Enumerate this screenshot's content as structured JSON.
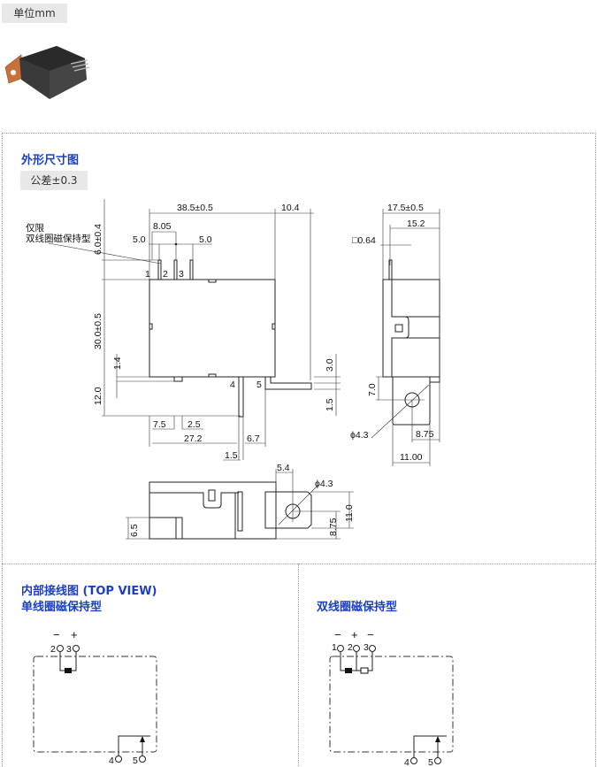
{
  "unit_tag": "单位mm",
  "outline": {
    "title": "外形尺寸图",
    "tolerance": "公差±0.3",
    "note_line1": "仅限",
    "note_line2": "双线圈磁保持型",
    "front": {
      "width": "38.5±0.5",
      "right_ext": "10.4",
      "pin_pitch": "8.05",
      "left_gap": "5.0",
      "right_gap": "5.0",
      "pin_height": "6.0±0.4",
      "height": "30.0±0.5",
      "small_step": "1.4",
      "pin_length": "12.0",
      "d75": "7.5",
      "d25": "2.5",
      "d272": "27.2",
      "d67": "6.7",
      "d15": "1.5",
      "d30": "3.0",
      "d15b": "1.5",
      "pin_labels": [
        "1",
        "2",
        "3",
        "4",
        "5"
      ]
    },
    "side": {
      "width": "17.5±0.5",
      "inner": "15.2",
      "pin_sq": "□0.64",
      "d70": "7.0",
      "hole": "ϕ4.3",
      "d875": "8.75",
      "d1100": "11.00"
    },
    "bottom": {
      "d54": "5.4",
      "hole": "ϕ4.3",
      "d110": "11.0",
      "d875": "8.75",
      "d65": "6.5"
    }
  },
  "wiring": {
    "title": "内部接线图 (TOP VIEW)",
    "single": {
      "title": "单线圈磁保持型",
      "polarity": [
        "−",
        "+"
      ],
      "pins": [
        "2",
        "3",
        "4",
        "5"
      ]
    },
    "double": {
      "title": "双线圈磁保持型",
      "polarity": [
        "−",
        "+",
        "−"
      ],
      "pins": [
        "1",
        "2",
        "3",
        "4",
        "5"
      ]
    }
  }
}
